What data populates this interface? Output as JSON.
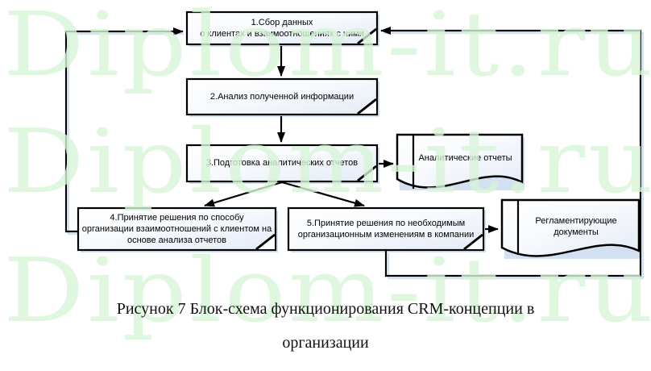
{
  "watermark": {
    "text": "Diplom-it.ru",
    "color": "#d8f4d8",
    "rows": 3
  },
  "boxes": {
    "b1": {
      "lines": [
        "1.Сбор данных",
        "о клиентах и взаимоотношениях с ними"
      ]
    },
    "b2": {
      "lines": [
        "2.Анализ полученной информации"
      ]
    },
    "b3": {
      "lines": [
        "3.Подготовка аналитических отчетов"
      ]
    },
    "b4": {
      "lines": [
        "4.Принятие решения по способу",
        "организации взаимоотношений с клиентом на",
        "основе анализа отчетов"
      ]
    },
    "b5": {
      "lines": [
        "5.Принятие решения по необходимым",
        "организационным изменениям в компании"
      ]
    }
  },
  "documents": {
    "d1": {
      "lines": [
        "Аналитические отчеты"
      ]
    },
    "d2": {
      "lines": [
        "Регламентирующие",
        "документы"
      ]
    }
  },
  "caption": {
    "line1": "Рисунок 7 Блок-схема функционирования CRM-концепции в",
    "line2": "организации"
  },
  "colors": {
    "border": "#000000",
    "shadow": "#d2e0f2",
    "box_fill_start": "#ffffff",
    "box_fill_end": "#e4ebf6",
    "text": "#000000"
  }
}
